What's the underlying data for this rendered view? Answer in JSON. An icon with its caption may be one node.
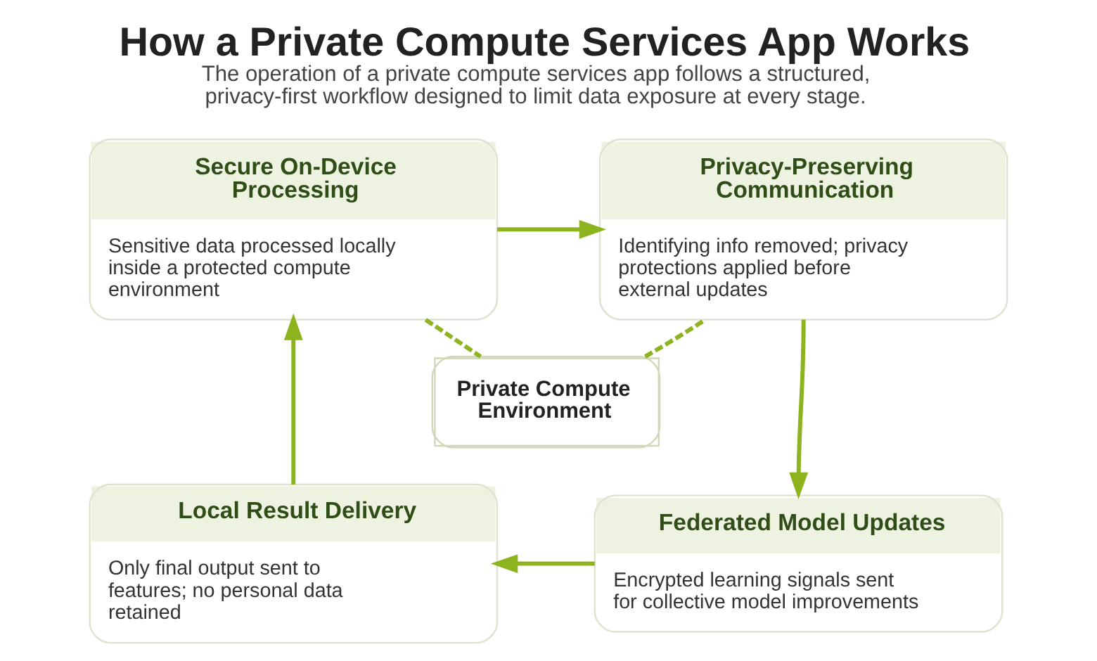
{
  "diagram": {
    "title": "How a Private Compute Services App Works",
    "caption": "The operation of a private compute services app follows a structured, privacy-first workflow designed to limit data exposure at every stage.",
    "nodes": [
      {
        "text": [
          "Secure On-Device Processing",
          "Sensitive data processed locally inside a protected compute environment"
        ]
      },
      {
        "text": [
          "Privacy-Preserving Communication",
          "Identifying info removed; privacy protections applied before external updates"
        ]
      },
      {
        "text": [
          "Private Compute Environment"
        ]
      },
      {
        "text": [
          "Local Result Delivery",
          "Only final output sent to features; no personal data retained"
        ]
      },
      {
        "text": [
          "Federated Model Updates",
          "Encrypted learning signals sent for collective model improvements"
        ]
      }
    ],
    "edges": [
      {
        "from": 0,
        "to": 1,
        "arrow": "to"
      },
      {
        "from": 1,
        "to": 4,
        "arrow": "to"
      },
      {
        "from": 4,
        "to": 3,
        "arrow": "to"
      },
      {
        "from": 3,
        "to": 0,
        "arrow": "to"
      },
      {
        "from": 0,
        "to": 2,
        "arrow": "none",
        "style": "dashed"
      },
      {
        "from": 2,
        "to": 1,
        "arrow": "none",
        "style": "dashed"
      }
    ]
  }
}
